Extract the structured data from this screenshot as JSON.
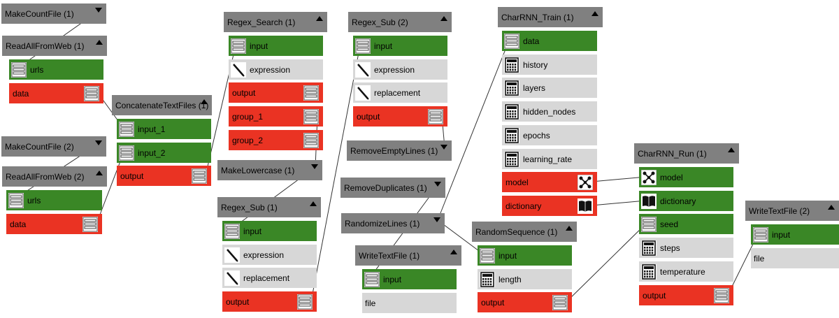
{
  "diagram": {
    "nodes": [
      {
        "id": "mcf1",
        "title": "MakeCountFile (1)",
        "menu": "down",
        "ports": []
      },
      {
        "id": "rafw1",
        "title": "ReadAllFromWeb (1)",
        "menu": "up",
        "ports": [
          {
            "label": "urls",
            "kind": "in",
            "icon": "text-stack-icon"
          },
          {
            "label": "data",
            "kind": "out",
            "icon": "text-stack-icon"
          }
        ]
      },
      {
        "id": "mcf2",
        "title": "MakeCountFile (2)",
        "menu": "down",
        "ports": []
      },
      {
        "id": "rafw2",
        "title": "ReadAllFromWeb (2)",
        "menu": "up",
        "ports": [
          {
            "label": "urls",
            "kind": "in",
            "icon": "text-stack-icon"
          },
          {
            "label": "data",
            "kind": "out",
            "icon": "text-stack-icon"
          }
        ]
      },
      {
        "id": "ctf",
        "title": "ConcatenateTextFiles (1)",
        "menu": "up",
        "ports": [
          {
            "label": "input_1",
            "kind": "in",
            "icon": "text-stack-icon"
          },
          {
            "label": "input_2",
            "kind": "in",
            "icon": "text-stack-icon"
          },
          {
            "label": "output",
            "kind": "out",
            "icon": "text-stack-icon"
          }
        ]
      },
      {
        "id": "rsearch",
        "title": "Regex_Search (1)",
        "menu": "up",
        "ports": [
          {
            "label": "input",
            "kind": "in",
            "icon": "text-stack-icon"
          },
          {
            "label": "expression",
            "kind": "param",
            "icon": "pen-icon"
          },
          {
            "label": "output",
            "kind": "out",
            "icon": "text-stack-icon"
          },
          {
            "label": "group_1",
            "kind": "out",
            "icon": "text-stack-icon"
          },
          {
            "label": "group_2",
            "kind": "out",
            "icon": "text-stack-icon"
          }
        ]
      },
      {
        "id": "mlc",
        "title": "MakeLowercase (1)",
        "menu": "down",
        "ports": []
      },
      {
        "id": "rsub1",
        "title": "Regex_Sub (1)",
        "menu": "up",
        "ports": [
          {
            "label": "input",
            "kind": "in",
            "icon": "text-stack-icon"
          },
          {
            "label": "expression",
            "kind": "param",
            "icon": "pen-icon"
          },
          {
            "label": "replacement",
            "kind": "param",
            "icon": "pen-icon"
          },
          {
            "label": "output",
            "kind": "out",
            "icon": "text-stack-icon"
          }
        ]
      },
      {
        "id": "rsub2",
        "title": "Regex_Sub (2)",
        "menu": "up",
        "ports": [
          {
            "label": "input",
            "kind": "in",
            "icon": "text-stack-icon"
          },
          {
            "label": "expression",
            "kind": "param",
            "icon": "pen-icon"
          },
          {
            "label": "replacement",
            "kind": "param",
            "icon": "pen-icon"
          },
          {
            "label": "output",
            "kind": "out",
            "icon": "text-stack-icon"
          }
        ]
      },
      {
        "id": "rel",
        "title": "RemoveEmptyLines (1)",
        "menu": "down",
        "ports": []
      },
      {
        "id": "rdup",
        "title": "RemoveDuplicates (1)",
        "menu": "down",
        "ports": []
      },
      {
        "id": "rlines",
        "title": "RandomizeLines (1)",
        "menu": "down",
        "ports": []
      },
      {
        "id": "wtf1",
        "title": "WriteTextFile (1)",
        "menu": "up",
        "ports": [
          {
            "label": "input",
            "kind": "in",
            "icon": "text-stack-icon"
          },
          {
            "label": "file",
            "kind": "param",
            "icon": ""
          }
        ]
      },
      {
        "id": "crt",
        "title": "CharRNN_Train (1)",
        "menu": "up",
        "ports": [
          {
            "label": "data",
            "kind": "in",
            "icon": "text-stack-icon"
          },
          {
            "label": "history",
            "kind": "param",
            "icon": "calculator-icon"
          },
          {
            "label": "layers",
            "kind": "param",
            "icon": "calculator-icon"
          },
          {
            "label": "hidden_nodes",
            "kind": "param",
            "icon": "calculator-icon"
          },
          {
            "label": "epochs",
            "kind": "param",
            "icon": "calculator-icon"
          },
          {
            "label": "learning_rate",
            "kind": "param",
            "icon": "calculator-icon"
          },
          {
            "label": "model",
            "kind": "out",
            "icon": "network-icon"
          },
          {
            "label": "dictionary",
            "kind": "out",
            "icon": "book-icon"
          }
        ]
      },
      {
        "id": "rseq",
        "title": "RandomSequence (1)",
        "menu": "up",
        "ports": [
          {
            "label": "input",
            "kind": "in",
            "icon": "text-stack-icon"
          },
          {
            "label": "length",
            "kind": "param",
            "icon": "calculator-icon"
          },
          {
            "label": "output",
            "kind": "out",
            "icon": "text-stack-icon"
          }
        ]
      },
      {
        "id": "crr",
        "title": "CharRNN_Run (1)",
        "menu": "up",
        "ports": [
          {
            "label": "model",
            "kind": "in",
            "icon": "network-icon"
          },
          {
            "label": "dictionary",
            "kind": "in",
            "icon": "book-icon"
          },
          {
            "label": "seed",
            "kind": "in",
            "icon": "text-stack-icon"
          },
          {
            "label": "steps",
            "kind": "param",
            "icon": "calculator-icon"
          },
          {
            "label": "temperature",
            "kind": "param",
            "icon": "calculator-icon"
          },
          {
            "label": "output",
            "kind": "out",
            "icon": "text-stack-icon"
          }
        ]
      },
      {
        "id": "wtf2",
        "title": "WriteTextFile (2)",
        "menu": "up",
        "ports": [
          {
            "label": "input",
            "kind": "in",
            "icon": "text-stack-icon"
          },
          {
            "label": "file",
            "kind": "param",
            "icon": ""
          }
        ]
      }
    ],
    "edges": [
      {
        "from": "mcf1.header",
        "to": "rafw1.urls"
      },
      {
        "from": "rafw1.data",
        "to": "ctf.input_1"
      },
      {
        "from": "mcf2.header",
        "to": "rafw2.urls"
      },
      {
        "from": "rafw2.data",
        "to": "ctf.input_2"
      },
      {
        "from": "ctf.output",
        "to": "rsearch.input"
      },
      {
        "from": "rsearch.group_1",
        "to": "mlc.header"
      },
      {
        "from": "mlc.header",
        "to": "rsub1.input"
      },
      {
        "from": "rsub1.output",
        "to": "rsub2.input"
      },
      {
        "from": "rsub2.output",
        "to": "rel.header"
      },
      {
        "from": "rdup.header",
        "to": "wtf1.input"
      },
      {
        "from": "rlines.header",
        "to": "crt.data"
      },
      {
        "from": "rlines.header",
        "to": "rseq.input"
      },
      {
        "from": "crt.model",
        "to": "crr.model"
      },
      {
        "from": "crt.dictionary",
        "to": "crr.dictionary"
      },
      {
        "from": "rseq.output",
        "to": "crr.seed"
      },
      {
        "from": "crr.output",
        "to": "wtf2.input"
      }
    ]
  }
}
